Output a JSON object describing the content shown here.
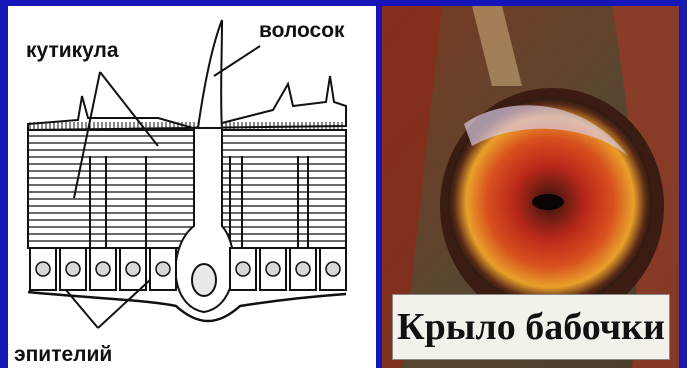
{
  "labels": {
    "cuticle": "кутикула",
    "hair": "волосок",
    "epithelium": "эпителий"
  },
  "caption": "Крыло бабочки",
  "colors": {
    "background": "#1616b8",
    "ink": "#111111",
    "paper": "#ffffff",
    "wing_red": "#c43a1a",
    "wing_orange": "#e0881e"
  }
}
